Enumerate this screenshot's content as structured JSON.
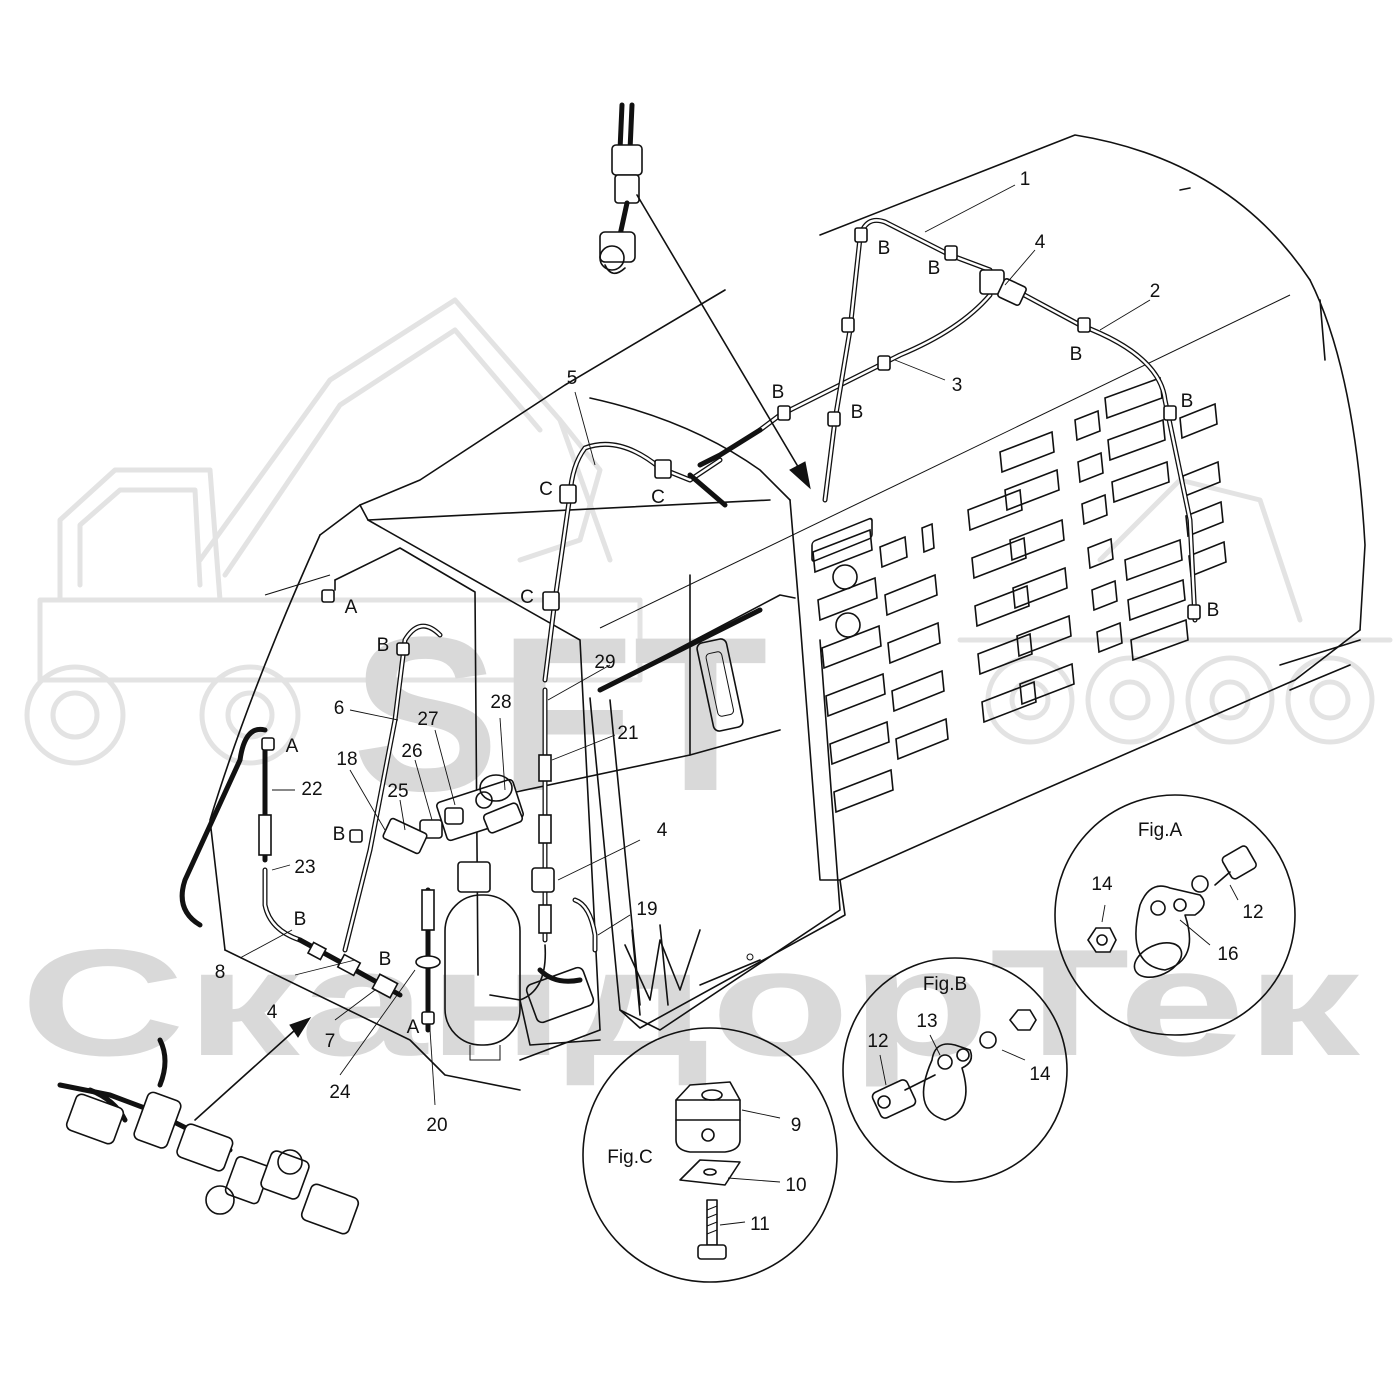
{
  "watermark": {
    "logo_text": "SFT",
    "brand_text": "СкандорТек"
  },
  "figures": {
    "a": "Fig.A",
    "b": "Fig.B",
    "c": "Fig.C"
  },
  "labels": {
    "n1": "1",
    "n2": "2",
    "n3": "3",
    "n4_top": "4",
    "n4_mid": "4",
    "n4_low": "4",
    "n5": "5",
    "n6": "6",
    "n7": "7",
    "n8": "8",
    "n9": "9",
    "n10": "10",
    "n11": "11",
    "n12_a": "12",
    "n12_b": "12",
    "n13": "13",
    "n14_a": "14",
    "n14_b": "14",
    "n16": "16",
    "n18": "18",
    "n19": "19",
    "n20": "20",
    "n21": "21",
    "n22": "22",
    "n23": "23",
    "n24": "24",
    "n25": "25",
    "n26": "26",
    "n27": "27",
    "n28": "28",
    "n29": "29"
  },
  "clip_letters": {
    "a": "A",
    "b": "B",
    "c": "C"
  }
}
